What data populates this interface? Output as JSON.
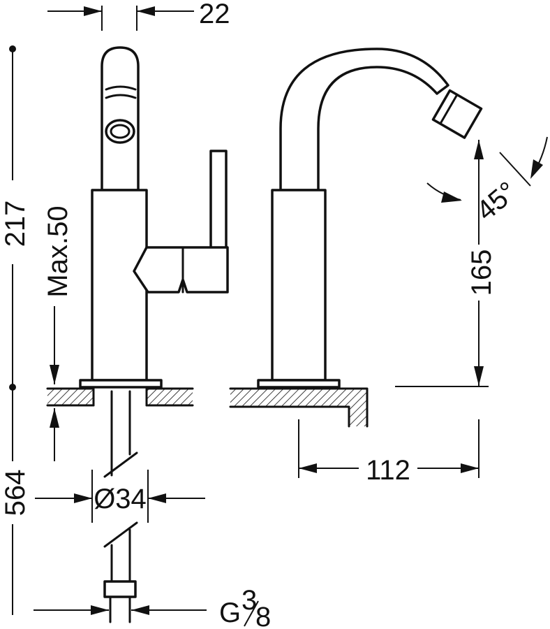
{
  "dimensions": {
    "top_width": "22",
    "total_height": "217",
    "max_deck": "Max.50",
    "spout_height": "165",
    "spray_angle": "45°",
    "reach": "112",
    "hose_length": "564",
    "diameter": "Ø34",
    "connection_base": "G",
    "connection_num": "3",
    "connection_den": "8"
  }
}
